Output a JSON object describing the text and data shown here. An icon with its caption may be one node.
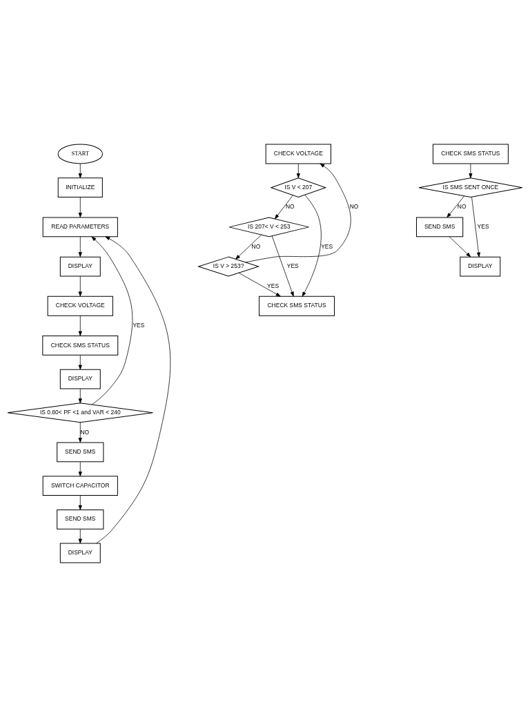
{
  "diagram": {
    "nodes": [
      {
        "text": [
          "START"
        ]
      },
      {
        "text": [
          "INITIALIZE"
        ]
      },
      {
        "text": [
          "READ PARAMETERS"
        ]
      },
      {
        "text": [
          "DISPLAY"
        ]
      },
      {
        "text": [
          "CHECK VOLTAGE"
        ]
      },
      {
        "text": [
          "CHECK SMS STATUS"
        ]
      },
      {
        "text": [
          "DISPLAY"
        ]
      },
      {
        "text": [
          "IS 0.80< PF <1 and VAR < 240"
        ]
      },
      {
        "text": [
          "SEND SMS"
        ]
      },
      {
        "text": [
          "SWITCH CAPACITOR"
        ]
      },
      {
        "text": [
          "SEND SMS"
        ]
      },
      {
        "text": [
          "DISPLAY"
        ]
      },
      {
        "text": [
          "CHECK VOLTAGE"
        ]
      },
      {
        "text": [
          "IS V < 207"
        ]
      },
      {
        "text": [
          "IS 207< V < 253"
        ]
      },
      {
        "text": [
          "IS V > 253?"
        ]
      },
      {
        "text": [
          "CHECK SMS STATUS"
        ]
      },
      {
        "text": [
          "CHECK SMS STATUS"
        ]
      },
      {
        "text": [
          "IS SMS SENT ONCE"
        ]
      },
      {
        "text": [
          "SEND SMS"
        ]
      },
      {
        "text": [
          "DISPLAY"
        ]
      }
    ],
    "edges": [
      {
        "from": 0,
        "to": 1,
        "arrow": "to"
      },
      {
        "from": 1,
        "to": 2,
        "arrow": "to"
      },
      {
        "from": 2,
        "to": 3,
        "arrow": "to"
      },
      {
        "from": 3,
        "to": 4,
        "arrow": "to"
      },
      {
        "from": 4,
        "to": 5,
        "arrow": "to"
      },
      {
        "from": 5,
        "to": 6,
        "arrow": "to"
      },
      {
        "from": 6,
        "to": 7,
        "arrow": "to"
      },
      {
        "from": 7,
        "to": 2,
        "arrow": "to",
        "label": "YES"
      },
      {
        "from": 7,
        "to": 8,
        "arrow": "to",
        "label": "NO"
      },
      {
        "from": 8,
        "to": 9,
        "arrow": "to"
      },
      {
        "from": 9,
        "to": 10,
        "arrow": "to"
      },
      {
        "from": 10,
        "to": 11,
        "arrow": "to"
      },
      {
        "from": 11,
        "to": 2,
        "arrow": "to"
      },
      {
        "from": 12,
        "to": 13,
        "arrow": "to"
      },
      {
        "from": 13,
        "to": 16,
        "arrow": "to",
        "label": "YES"
      },
      {
        "from": 13,
        "to": 14,
        "arrow": "to",
        "label": "NO"
      },
      {
        "from": 14,
        "to": 16,
        "arrow": "to",
        "label": "YES"
      },
      {
        "from": 14,
        "to": 15,
        "arrow": "to",
        "label": "NO"
      },
      {
        "from": 15,
        "to": 12,
        "arrow": "to",
        "label": "NO"
      },
      {
        "from": 15,
        "to": 16,
        "arrow": "to",
        "label": "YES"
      },
      {
        "from": 17,
        "to": 18,
        "arrow": "to"
      },
      {
        "from": 18,
        "to": 19,
        "arrow": "to",
        "label": "NO"
      },
      {
        "from": 18,
        "to": 20,
        "arrow": "to",
        "label": "YES"
      },
      {
        "from": 19,
        "to": 20,
        "arrow": "to"
      }
    ]
  }
}
